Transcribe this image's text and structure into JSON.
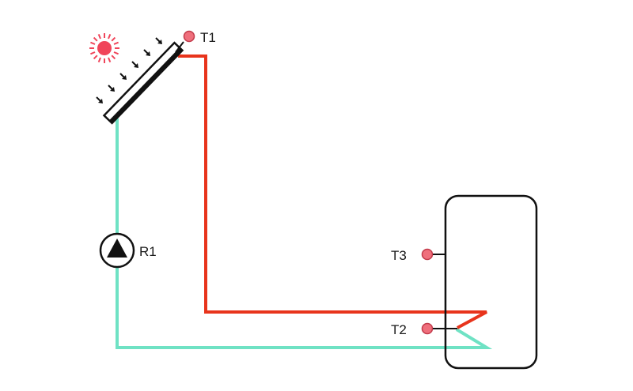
{
  "colors": {
    "hot_pipe": "#e8341c",
    "cold_pipe": "#6fe2c4",
    "sensor_fill": "#ef6f7c",
    "sun": "#f0455a",
    "outline": "#111111",
    "background": "#ffffff"
  },
  "labels": {
    "t1": "T1",
    "t2": "T2",
    "t3": "T3",
    "r1": "R1"
  },
  "icons": {
    "sun": "sun-icon",
    "pump": "pump-icon",
    "collector": "solar-collector",
    "tank": "storage-tank",
    "sensor": "temperature-sensor"
  }
}
